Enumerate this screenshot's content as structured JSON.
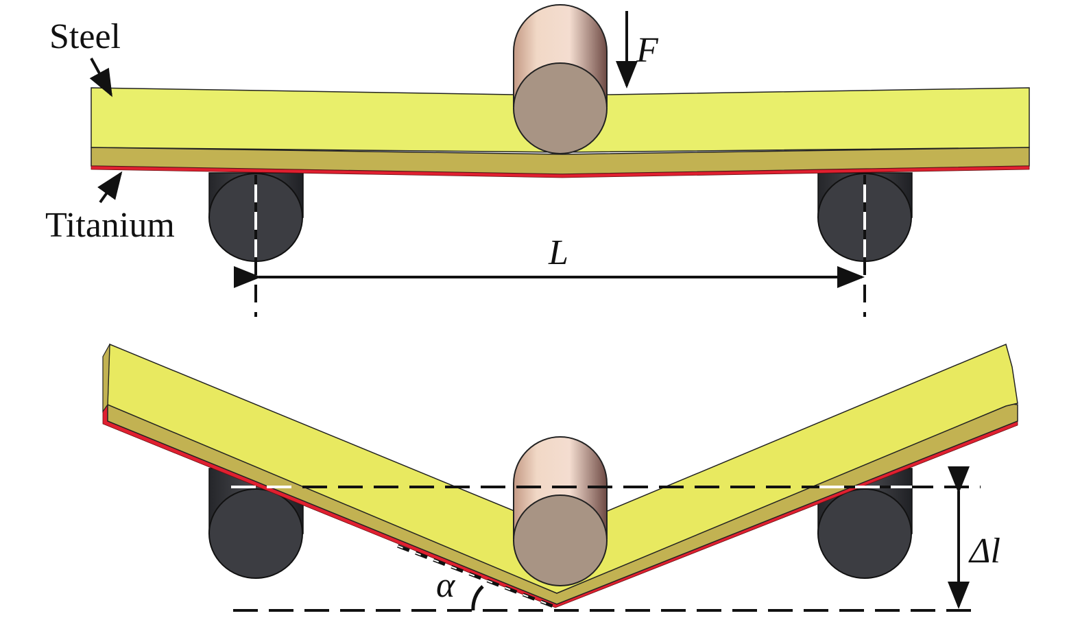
{
  "labels": {
    "steel": "Steel",
    "titanium": "Titanium",
    "force": "F",
    "span": "L",
    "angle": "α",
    "deflection": "Δl"
  },
  "colors": {
    "steel_top": "#e8ee6a",
    "steel_side": "#c2b252",
    "titanium_layer": "#e02030",
    "punch_body": "#e8c0a8",
    "punch_face": "#a89484",
    "support_body": "#2f3034",
    "support_face": "#3f4045",
    "line": "#111111",
    "background": "#ffffff"
  }
}
